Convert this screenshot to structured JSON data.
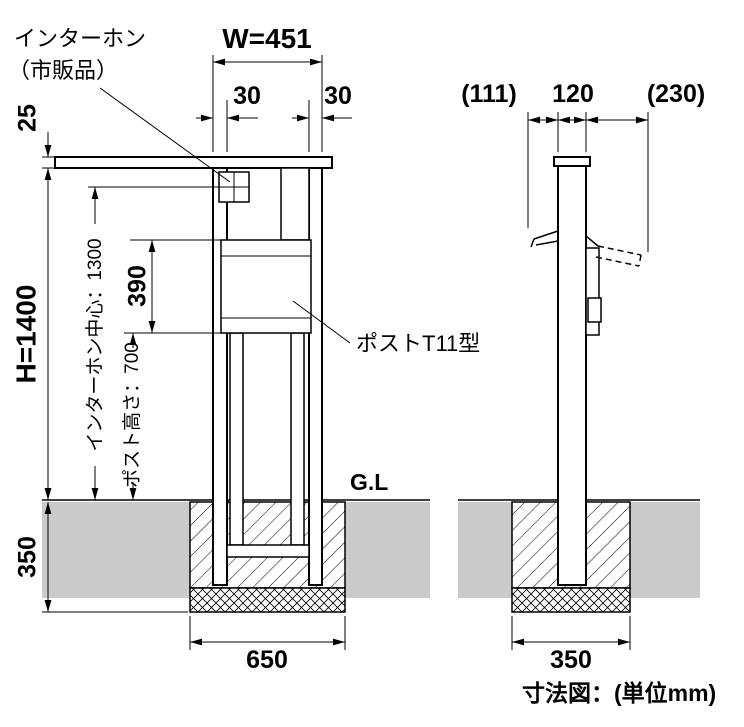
{
  "meta": {
    "caption": "寸法図：(単位mm)"
  },
  "labels": {
    "intercom_line1": "インターホン",
    "intercom_line2": "（市販品）",
    "post_model": "ポストT11型",
    "ground_level": "G.L"
  },
  "front_view": {
    "overall_width": "W=451",
    "left_post_width": "30",
    "right_post_width": "30",
    "beam_thickness": "25",
    "overall_height": "H=1400",
    "intercom_center_height": "インターホン中心：1300",
    "post_box_height": "390",
    "post_height": "ポスト高さ：700",
    "foundation_depth": "350",
    "foundation_width": "650"
  },
  "side_view": {
    "front_offset": "(111)",
    "post_depth": "120",
    "rear_offset": "(230)",
    "foundation_width": "350"
  },
  "colors": {
    "line": "#000000",
    "ground_fill": "#cbcbcb",
    "background": "#ffffff"
  }
}
